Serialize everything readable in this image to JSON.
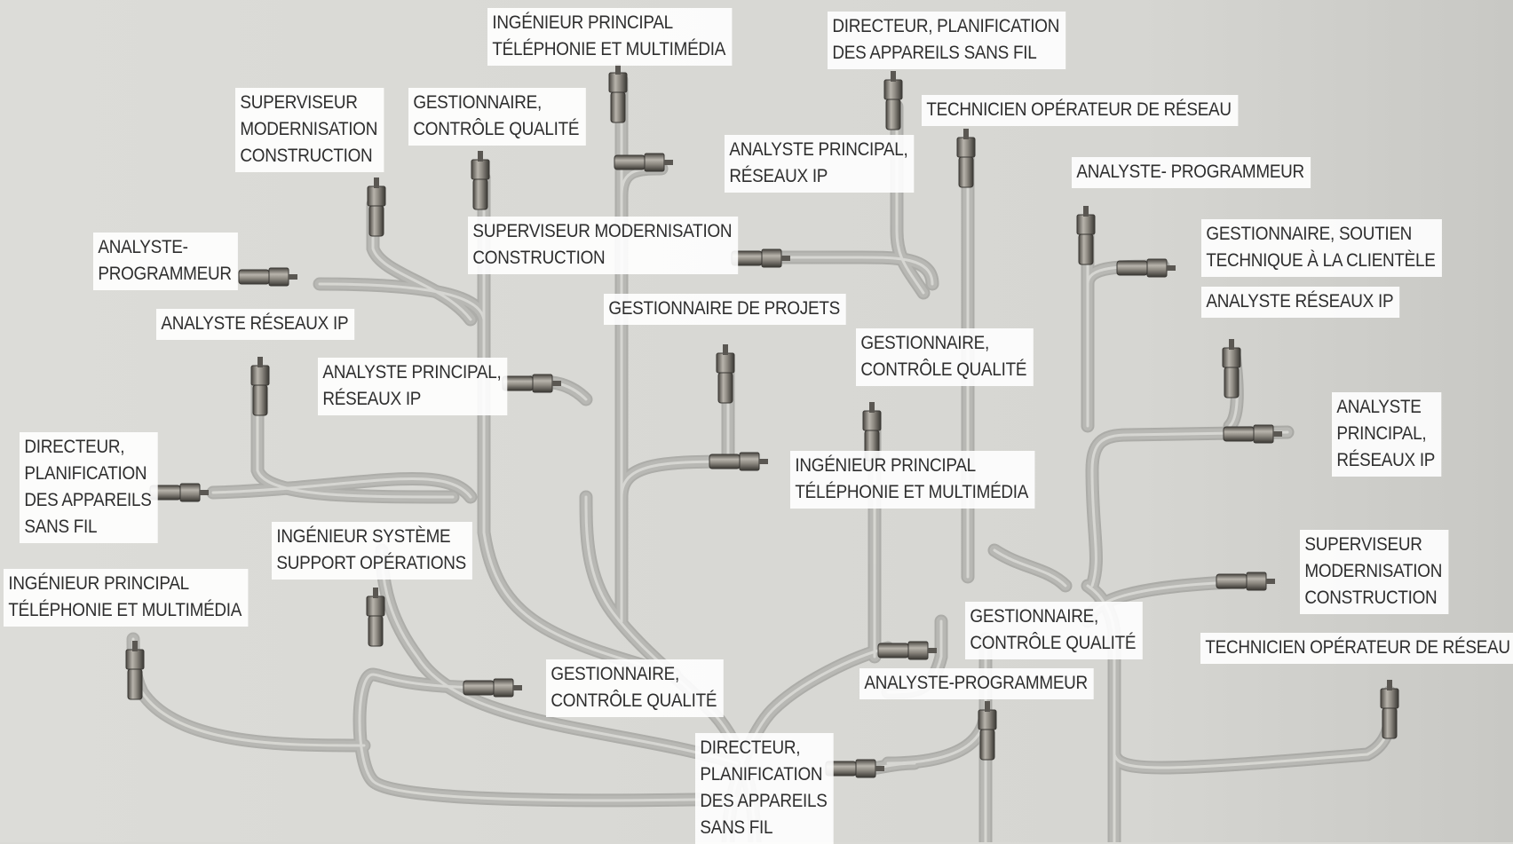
{
  "colors": {
    "background": "#d9d9d5",
    "cable": "#b6b6b2",
    "cable_shadow": "#7a7a76",
    "connector": "#9a9690",
    "connector_dark": "#3c3a36",
    "label_bg": "#ffffff",
    "text": "#2e2e2e"
  },
  "labels": [
    {
      "id": "l01",
      "text": "INGÉNIEUR PRINCIPAL\nTÉLÉPHONIE ET MULTIMÉDIA"
    },
    {
      "id": "l02",
      "text": "DIRECTEUR, PLANIFICATION\nDES APPAREILS SANS FIL"
    },
    {
      "id": "l03",
      "text": "SUPERVISEUR\nMODERNISATION\nCONSTRUCTION"
    },
    {
      "id": "l04",
      "text": "GESTIONNAIRE,\nCONTRÔLE QUALITÉ"
    },
    {
      "id": "l05",
      "text": "TECHNICIEN OPÉRATEUR DE RÉSEAU"
    },
    {
      "id": "l06",
      "text": "ANALYSTE PRINCIPAL,\nRÉSEAUX IP"
    },
    {
      "id": "l07",
      "text": "ANALYSTE- PROGRAMMEUR"
    },
    {
      "id": "l08",
      "text": "SUPERVISEUR MODERNISATION\nCONSTRUCTION"
    },
    {
      "id": "l09",
      "text": "ANALYSTE-\nPROGRAMMEUR"
    },
    {
      "id": "l10",
      "text": "GESTIONNAIRE, SOUTIEN\nTECHNIQUE À LA CLIENTÈLE"
    },
    {
      "id": "l11",
      "text": "ANALYSTE RÉSEAUX IP"
    },
    {
      "id": "l12",
      "text": "GESTIONNAIRE DE PROJETS"
    },
    {
      "id": "l13",
      "text": "ANALYSTE RÉSEAUX IP"
    },
    {
      "id": "l14",
      "text": "ANALYSTE PRINCIPAL,\nRÉSEAUX IP"
    },
    {
      "id": "l15",
      "text": "GESTIONNAIRE,\nCONTRÔLE QUALITÉ"
    },
    {
      "id": "l16",
      "text": "ANALYSTE\nPRINCIPAL,\nRÉSEAUX IP"
    },
    {
      "id": "l17",
      "text": "DIRECTEUR,\nPLANIFICATION\nDES APPAREILS\nSANS FIL"
    },
    {
      "id": "l18",
      "text": "INGÉNIEUR PRINCIPAL\nTÉLÉPHONIE ET MULTIMÉDIA"
    },
    {
      "id": "l19",
      "text": "INGÉNIEUR SYSTÈME\nSUPPORT OPÉRATIONS"
    },
    {
      "id": "l20",
      "text": "SUPERVISEUR\nMODERNISATION\nCONSTRUCTION"
    },
    {
      "id": "l21",
      "text": "INGÉNIEUR PRINCIPAL\nTÉLÉPHONIE ET MULTIMÉDIA"
    },
    {
      "id": "l22",
      "text": "GESTIONNAIRE,\nCONTRÔLE QUALITÉ"
    },
    {
      "id": "l23",
      "text": "TECHNICIEN OPÉRATEUR DE RÉSEAU"
    },
    {
      "id": "l24",
      "text": "GESTIONNAIRE,\nCONTRÔLE QUALITÉ"
    },
    {
      "id": "l25",
      "text": "ANALYSTE-PROGRAMMEUR"
    },
    {
      "id": "l26",
      "text": "DIRECTEUR,\nPLANIFICATION\nDES APPAREILS\nSANS FIL"
    }
  ]
}
